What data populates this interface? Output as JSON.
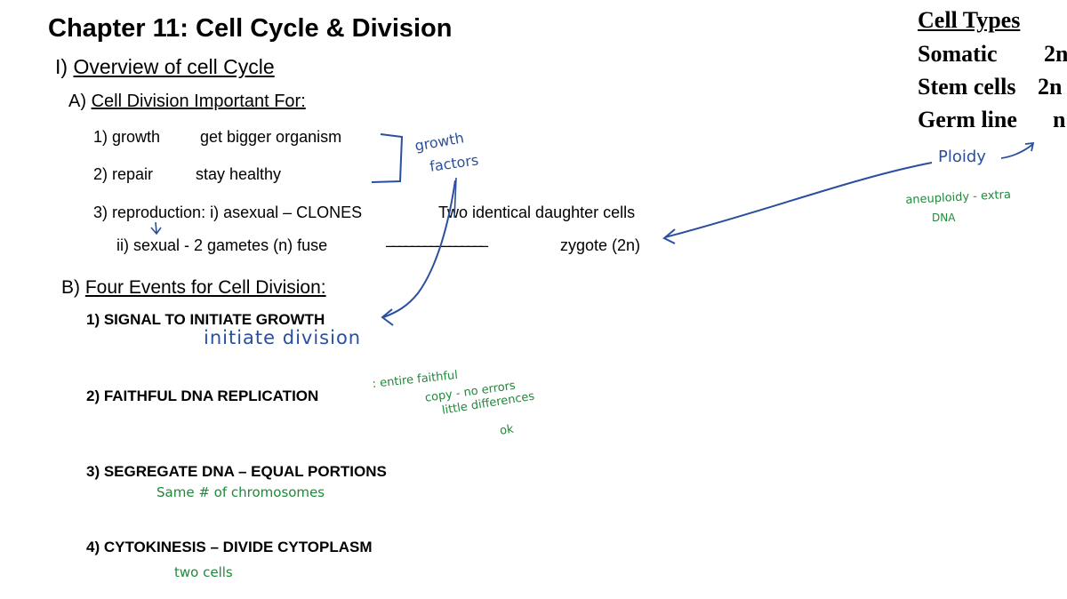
{
  "chapter_title": "Chapter 11:  Cell Cycle & Division",
  "section_I": {
    "prefix": "I) ",
    "title": "Overview of cell Cycle"
  },
  "section_A": {
    "prefix": "A) ",
    "title": "Cell Division Important For:"
  },
  "items_A": {
    "growth": {
      "label": "1) growth",
      "desc": "get bigger organism"
    },
    "repair": {
      "label": "2) repair",
      "desc": "stay healthy"
    },
    "reproduction": {
      "label": "3) reproduction:  i) asexual – CLONES",
      "desc": "Two identical daughter cells"
    },
    "sexual": {
      "label": "ii) sexual  - 2 gametes (n) fuse",
      "dashes": "––––––––––––––––",
      "result": "zygote (2n)"
    }
  },
  "section_B": {
    "prefix": "B) ",
    "title": "Four Events for Cell Division:"
  },
  "events": [
    {
      "text": "1)  SIGNAL TO INITIATE GROWTH",
      "note": "initiate division"
    },
    {
      "text": "2)  FAITHFUL DNA REPLICATION",
      "note_lines": [
        ": entire  faithful",
        "copy - no  errors",
        "little differences",
        "ok"
      ]
    },
    {
      "text": "3)  SEGREGATE DNA – EQUAL PORTIONS",
      "note": "Same  #  of  chromosomes"
    },
    {
      "text": "4)  CYTOKINESIS – DIVIDE CYTOPLASM",
      "note": "two  cells"
    }
  ],
  "growth_factors_note": [
    "growth",
    "factors"
  ],
  "cell_types": {
    "title": "Cell Types",
    "rows": [
      {
        "name": "Somatic",
        "ploidy": "2n"
      },
      {
        "name": "Stem cells",
        "ploidy": "2n"
      },
      {
        "name": "Germ line",
        "ploidy": "n"
      }
    ],
    "ploidy_note": "Ploidy",
    "aneuploidy_note": [
      "aneuploidy - extra",
      "DNA"
    ]
  },
  "colors": {
    "handwriting_blue": "#2a4f9e",
    "handwriting_green": "#1f8a3a"
  }
}
